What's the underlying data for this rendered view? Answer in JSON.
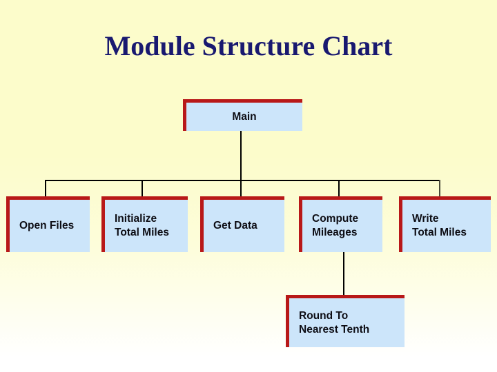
{
  "slide": {
    "title": "Module Structure Chart",
    "background_top_color": "#fcfccb",
    "background_bottom_color": "#ffffff",
    "title_color": "#191970"
  },
  "style": {
    "box_fill": "#cce5fa",
    "box_accent_border": "#b81818",
    "connector_color": "#000000",
    "text_color": "#0d0d14"
  },
  "chart_data": {
    "type": "diagram",
    "diagram_kind": "structure-chart",
    "title": "Module Structure Chart",
    "nodes": [
      {
        "id": "main",
        "label": "Main",
        "lines": [
          "Main"
        ],
        "align": "center",
        "parent": null,
        "level": 0
      },
      {
        "id": "open",
        "label": "Open Files",
        "lines": [
          "Open Files"
        ],
        "align": "left",
        "parent": "main",
        "level": 1
      },
      {
        "id": "init",
        "label": "Initialize Total Miles",
        "lines": [
          "Initialize",
          "Total Miles"
        ],
        "align": "left",
        "parent": "main",
        "level": 1
      },
      {
        "id": "getdata",
        "label": "Get Data",
        "lines": [
          "Get Data"
        ],
        "align": "left",
        "parent": "main",
        "level": 1
      },
      {
        "id": "compute",
        "label": "Compute Mileages",
        "lines": [
          "Compute",
          "Mileages"
        ],
        "align": "left",
        "parent": "main",
        "level": 1
      },
      {
        "id": "write",
        "label": "Write Total Miles",
        "lines": [
          "Write",
          "Total Miles"
        ],
        "align": "left",
        "parent": "main",
        "level": 1
      },
      {
        "id": "round",
        "label": "Round To Nearest Tenth",
        "lines": [
          "Round To",
          "Nearest Tenth"
        ],
        "align": "left",
        "parent": "compute",
        "level": 2
      }
    ],
    "edges": [
      {
        "from": "main",
        "to": "open"
      },
      {
        "from": "main",
        "to": "init"
      },
      {
        "from": "main",
        "to": "getdata"
      },
      {
        "from": "main",
        "to": "compute"
      },
      {
        "from": "main",
        "to": "write"
      },
      {
        "from": "compute",
        "to": "round"
      }
    ]
  },
  "boxes": {
    "main": {
      "line1": "Main"
    },
    "open": {
      "line1": "Open Files"
    },
    "init": {
      "line1": "Initialize",
      "line2": "Total Miles"
    },
    "getdata": {
      "line1": "Get Data"
    },
    "compute": {
      "line1": "Compute",
      "line2": "Mileages"
    },
    "write": {
      "line1": "Write",
      "line2": "Total Miles"
    },
    "round": {
      "line1": "Round To",
      "line2": "Nearest Tenth"
    }
  }
}
